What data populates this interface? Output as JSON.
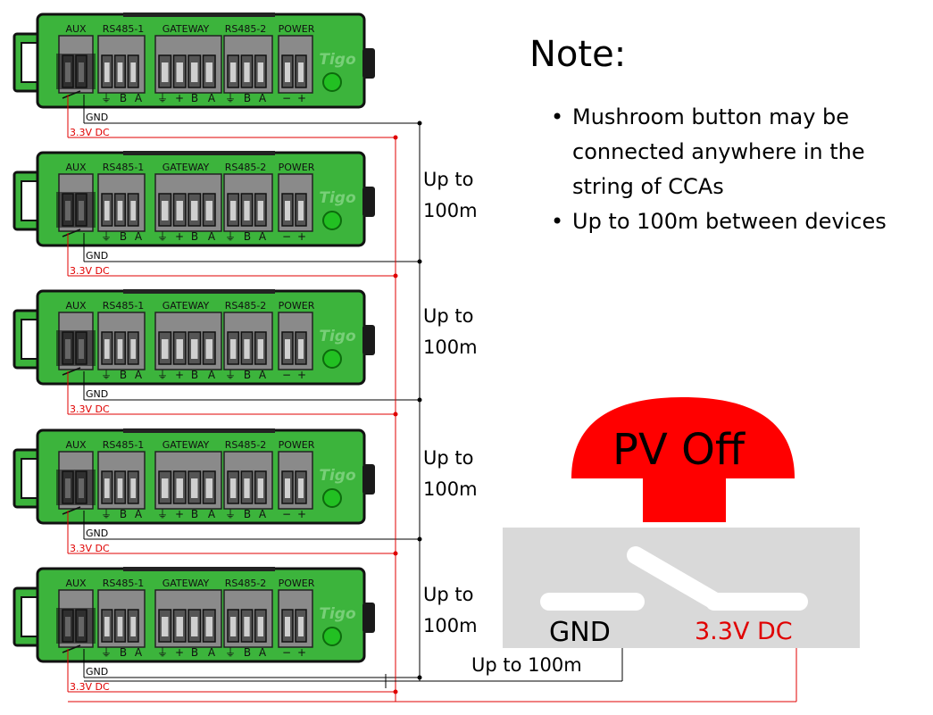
{
  "note": {
    "title": "Note:",
    "bullets": [
      "Mushroom button may be connected anywhere in the string of CCAs",
      "Up to 100m between devices"
    ]
  },
  "device": {
    "brand": "Tigo",
    "ports": [
      "AUX",
      "RS485-1",
      "GATEWAY",
      "RS485-2",
      "POWER"
    ],
    "pin_labels": [
      "⏚",
      "B",
      "A",
      "⏚",
      "+",
      "B",
      "A",
      "⏚",
      "B",
      "A",
      "−",
      "+"
    ],
    "count": 5
  },
  "wires": {
    "gnd_label": "GND",
    "vdc_label": "3.3V DC",
    "gnd_color": "#000000",
    "vdc_color": "#e00000"
  },
  "distances": {
    "line1": "Up to",
    "line2": "100m",
    "bottom": "Up to 100m"
  },
  "button": {
    "label": "PV Off",
    "gnd_label": "GND",
    "vdc_label": "3.3V DC",
    "cap_color": "#ff0000",
    "housing_color": "#d9d9d9"
  },
  "colors": {
    "device_green": "#3cb43c",
    "terminal_gray": "#8a8a8a",
    "led_green": "#22c022"
  }
}
